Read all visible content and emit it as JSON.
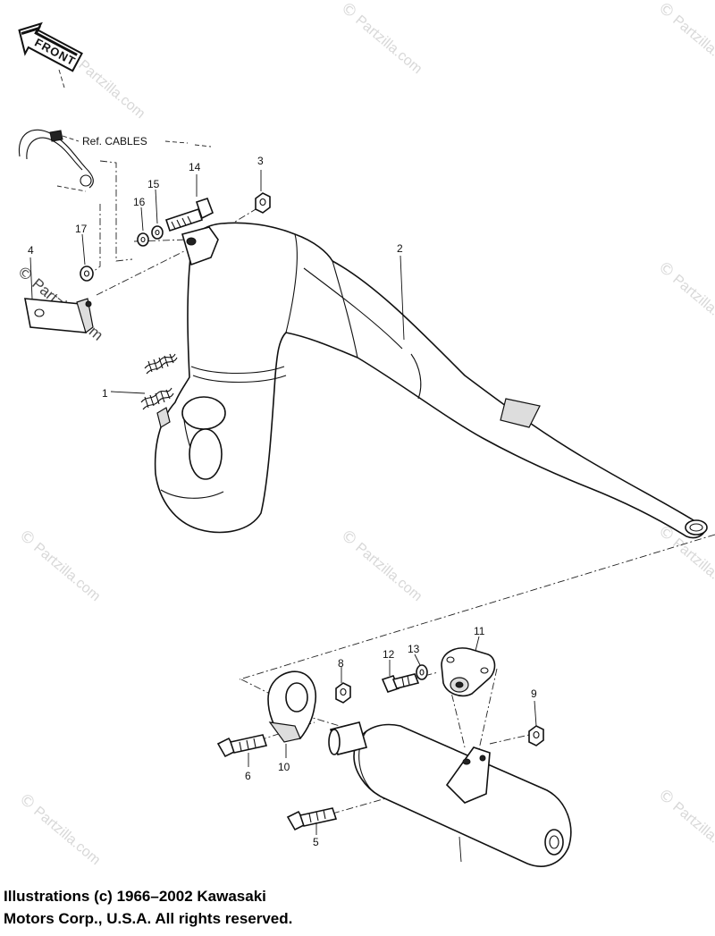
{
  "front_label": "FRONT",
  "ref_cables": "Ref. CABLES",
  "callouts": [
    {
      "id": "1",
      "text": "1"
    },
    {
      "id": "2",
      "text": "2"
    },
    {
      "id": "3",
      "text": "3"
    },
    {
      "id": "4",
      "text": "4"
    },
    {
      "id": "5",
      "text": "5"
    },
    {
      "id": "6",
      "text": "6"
    },
    {
      "id": "8",
      "text": "8"
    },
    {
      "id": "9",
      "text": "9"
    },
    {
      "id": "10",
      "text": "10"
    },
    {
      "id": "11",
      "text": "11"
    },
    {
      "id": "12",
      "text": "12"
    },
    {
      "id": "13",
      "text": "13"
    },
    {
      "id": "14",
      "text": "14"
    },
    {
      "id": "15",
      "text": "15"
    },
    {
      "id": "16",
      "text": "16"
    },
    {
      "id": "17",
      "text": "17"
    }
  ],
  "watermark": {
    "symbol": "©",
    "text": "Partzilla.com"
  },
  "copyright": {
    "line1": "Illustrations (c) 1966–2002 Kawasaki",
    "line2": "Motors Corp., U.S.A.  All rights reserved."
  }
}
